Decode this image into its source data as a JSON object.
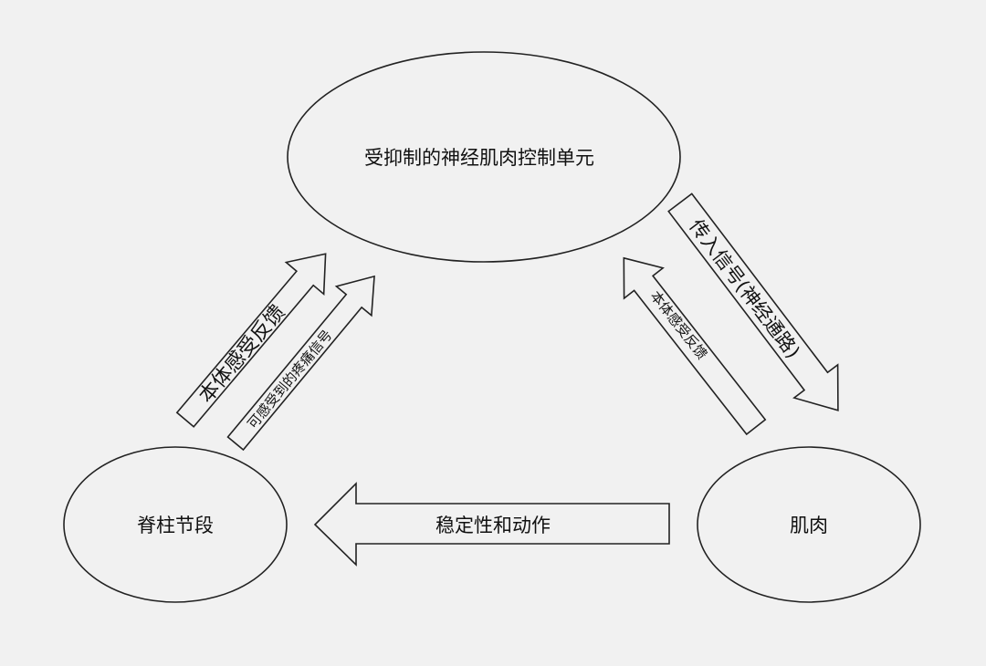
{
  "nodes": {
    "top": "受抑制的神经肌肉控制单元",
    "left": "脊柱节段",
    "right": "肌肉"
  },
  "arrows": {
    "left_proprioceptive": "本体感受反馈",
    "left_pain": "可感受到的疼痛信号",
    "right_afferent": "传入信号(神经通路)",
    "right_proprioceptive": "本体感受反馈",
    "bottom_stability": "稳定性和动作"
  }
}
